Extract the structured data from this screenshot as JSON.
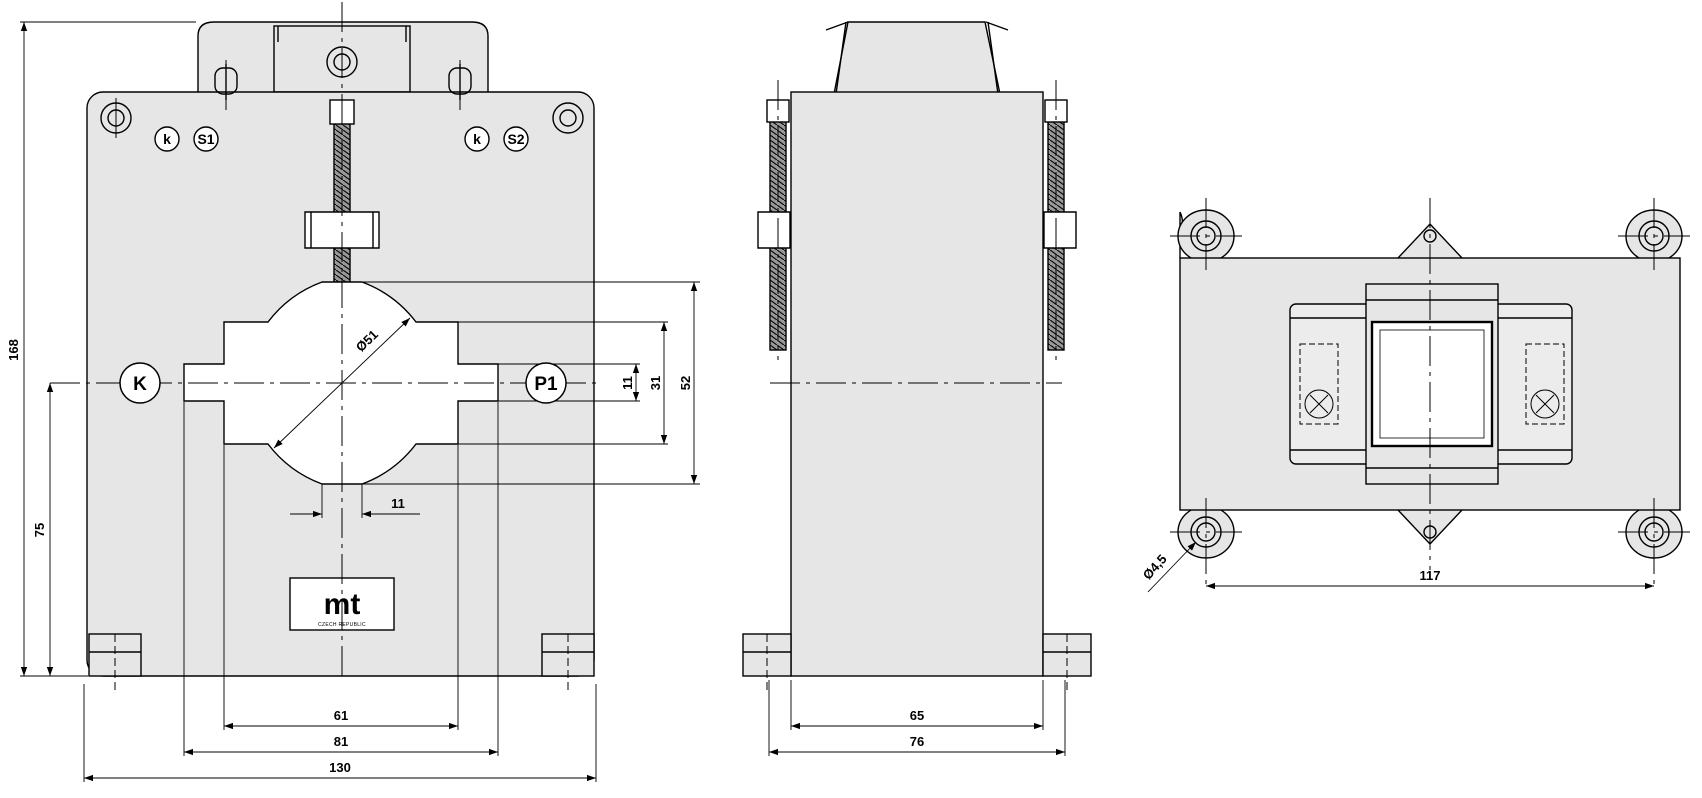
{
  "colors": {
    "line": "#000000",
    "body_fill": "#e6e6e6",
    "window_fill": "#ffffff",
    "background": "#ffffff"
  },
  "front_view": {
    "terminal_labels": [
      "k",
      "S1",
      "k",
      "S2"
    ],
    "primary_labels": [
      "K",
      "P1"
    ],
    "dimensions": {
      "height_total": "168",
      "height_center": "75",
      "window_diameter": "Ø51",
      "slot_11": "11",
      "height_31": "31",
      "height_52": "52",
      "width_11": "11",
      "width_61": "61",
      "width_81": "81",
      "width_130": "130"
    },
    "logo": {
      "brand": "mt",
      "country": "CZECH REPUBLIC"
    }
  },
  "side_view": {
    "dimensions": {
      "width_65": "65",
      "width_76": "76"
    }
  },
  "top_view": {
    "dimensions": {
      "hole_diameter": "Ø4,5",
      "width_117": "117"
    }
  }
}
